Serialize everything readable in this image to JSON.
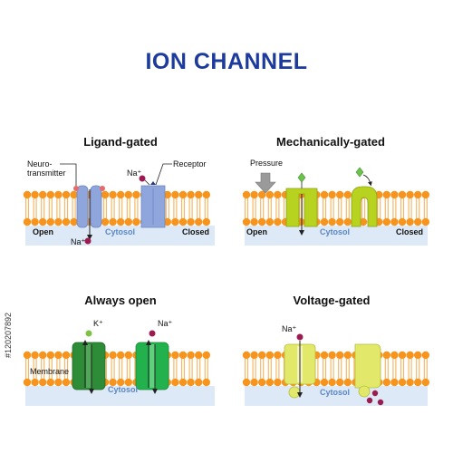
{
  "title": "ION CHANNEL",
  "colors": {
    "title": "#1d3b9c",
    "head": "#f7941d",
    "tail": "#f3b96a",
    "cytosol": "#dde9f6",
    "cytosol_label": "#5b87c5",
    "ligand_channel": "#8fa6dc",
    "lime_channel": "#b7d21f",
    "dark_green_channel": "#2e8b37",
    "bright_green_channel": "#22b14c",
    "yellow_channel": "#e2e86a",
    "sodium_ion": "#9c1c4f",
    "potassium_ion": "#7dc242",
    "mechanical_marker": "#6cc24a"
  },
  "panels": {
    "ligand": {
      "title": "Ligand-gated",
      "neurotransmitter": "Neuro-\ntransmitter",
      "receptor": "Receptor",
      "na_top": "Na⁺",
      "na_bottom": "Na⁺",
      "open": "Open",
      "cytosol": "Cytosol",
      "closed": "Closed"
    },
    "mechanical": {
      "title": "Mechanically-gated",
      "pressure": "Pressure",
      "open": "Open",
      "cytosol": "Cytosol",
      "closed": "Closed"
    },
    "always_open": {
      "title": "Always open",
      "k": "K⁺",
      "na": "Na⁺",
      "membrane": "Membrane",
      "cytosol": "Cytosol"
    },
    "voltage": {
      "title": "Voltage-gated",
      "na": "Na⁺",
      "cytosol": "Cytosol"
    }
  },
  "stock_id": "#120207892"
}
